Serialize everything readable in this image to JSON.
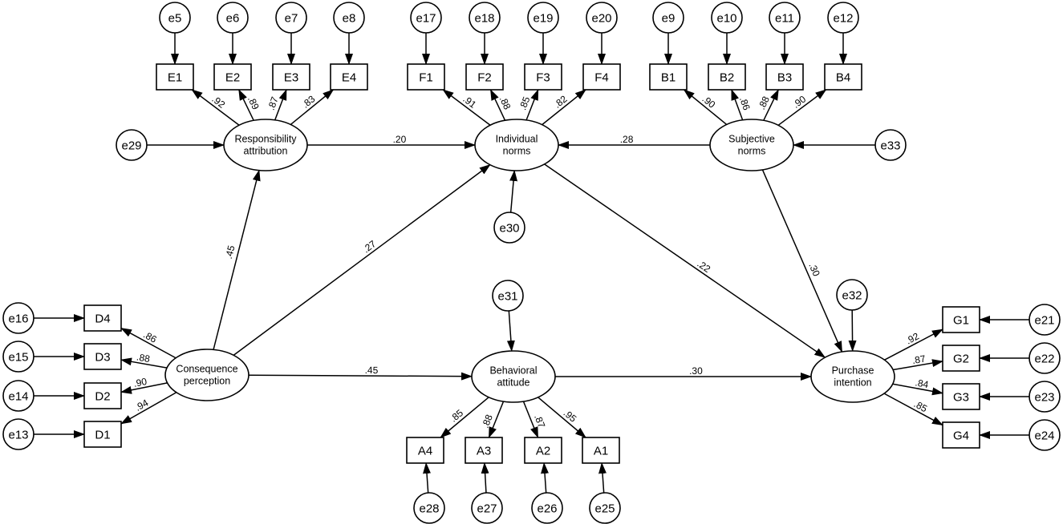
{
  "latents": [
    {
      "id": "responsibility",
      "lines": [
        "Responsibility",
        "attribution"
      ]
    },
    {
      "id": "individual",
      "lines": [
        "Individual",
        "norms"
      ]
    },
    {
      "id": "subjective",
      "lines": [
        "Subjective",
        "norms"
      ]
    },
    {
      "id": "consequence",
      "lines": [
        "Consequence",
        "perception"
      ]
    },
    {
      "id": "behavioral",
      "lines": [
        "Behavioral",
        "attitude"
      ]
    },
    {
      "id": "purchase",
      "lines": [
        "Purchase",
        "intention"
      ]
    }
  ],
  "indicators": [
    {
      "id": "E1",
      "label": "E1"
    },
    {
      "id": "E2",
      "label": "E2"
    },
    {
      "id": "E3",
      "label": "E3"
    },
    {
      "id": "E4",
      "label": "E4"
    },
    {
      "id": "F1",
      "label": "F1"
    },
    {
      "id": "F2",
      "label": "F2"
    },
    {
      "id": "F3",
      "label": "F3"
    },
    {
      "id": "F4",
      "label": "F4"
    },
    {
      "id": "B1",
      "label": "B1"
    },
    {
      "id": "B2",
      "label": "B2"
    },
    {
      "id": "B3",
      "label": "B3"
    },
    {
      "id": "B4",
      "label": "B4"
    },
    {
      "id": "D4",
      "label": "D4"
    },
    {
      "id": "D3",
      "label": "D3"
    },
    {
      "id": "D2",
      "label": "D2"
    },
    {
      "id": "D1",
      "label": "D1"
    },
    {
      "id": "A4",
      "label": "A4"
    },
    {
      "id": "A3",
      "label": "A3"
    },
    {
      "id": "A2",
      "label": "A2"
    },
    {
      "id": "A1",
      "label": "A1"
    },
    {
      "id": "G1",
      "label": "G1"
    },
    {
      "id": "G2",
      "label": "G2"
    },
    {
      "id": "G3",
      "label": "G3"
    },
    {
      "id": "G4",
      "label": "G4"
    }
  ],
  "errors": [
    {
      "id": "e5",
      "label": "e5"
    },
    {
      "id": "e6",
      "label": "e6"
    },
    {
      "id": "e7",
      "label": "e7"
    },
    {
      "id": "e8",
      "label": "e8"
    },
    {
      "id": "e17",
      "label": "e17"
    },
    {
      "id": "e18",
      "label": "e18"
    },
    {
      "id": "e19",
      "label": "e19"
    },
    {
      "id": "e20",
      "label": "e20"
    },
    {
      "id": "e9",
      "label": "e9"
    },
    {
      "id": "e10",
      "label": "e10"
    },
    {
      "id": "e11",
      "label": "e11"
    },
    {
      "id": "e12",
      "label": "e12"
    },
    {
      "id": "e16",
      "label": "e16"
    },
    {
      "id": "e15",
      "label": "e15"
    },
    {
      "id": "e14",
      "label": "e14"
    },
    {
      "id": "e13",
      "label": "e13"
    },
    {
      "id": "e28",
      "label": "e28"
    },
    {
      "id": "e27",
      "label": "e27"
    },
    {
      "id": "e26",
      "label": "e26"
    },
    {
      "id": "e25",
      "label": "e25"
    },
    {
      "id": "e21",
      "label": "e21"
    },
    {
      "id": "e22",
      "label": "e22"
    },
    {
      "id": "e23",
      "label": "e23"
    },
    {
      "id": "e24",
      "label": "e24"
    },
    {
      "id": "e29",
      "label": "e29"
    },
    {
      "id": "e30",
      "label": "e30"
    },
    {
      "id": "e33",
      "label": "e33"
    },
    {
      "id": "e31",
      "label": "e31"
    },
    {
      "id": "e32",
      "label": "e32"
    }
  ],
  "structural_paths": [
    {
      "from": "responsibility",
      "to": "individual",
      "coef": ".20"
    },
    {
      "from": "subjective",
      "to": "individual",
      "coef": ".28"
    },
    {
      "from": "consequence",
      "to": "responsibility",
      "coef": ".45"
    },
    {
      "from": "consequence",
      "to": "individual",
      "coef": ".27"
    },
    {
      "from": "individual",
      "to": "purchase",
      "coef": ".22"
    },
    {
      "from": "subjective",
      "to": "purchase",
      "coef": ".30"
    },
    {
      "from": "consequence",
      "to": "behavioral",
      "coef": ".45"
    },
    {
      "from": "behavioral",
      "to": "purchase",
      "coef": ".30"
    }
  ],
  "loadings": [
    {
      "from": "responsibility",
      "to": "E1",
      "coef": ".92"
    },
    {
      "from": "responsibility",
      "to": "E2",
      "coef": ".89"
    },
    {
      "from": "responsibility",
      "to": "E3",
      "coef": ".87"
    },
    {
      "from": "responsibility",
      "to": "E4",
      "coef": ".83"
    },
    {
      "from": "individual",
      "to": "F1",
      "coef": ".91"
    },
    {
      "from": "individual",
      "to": "F2",
      "coef": ".88"
    },
    {
      "from": "individual",
      "to": "F3",
      "coef": ".85"
    },
    {
      "from": "individual",
      "to": "F4",
      "coef": ".82"
    },
    {
      "from": "subjective",
      "to": "B1",
      "coef": ".90"
    },
    {
      "from": "subjective",
      "to": "B2",
      "coef": ".86"
    },
    {
      "from": "subjective",
      "to": "B3",
      "coef": ".88"
    },
    {
      "from": "subjective",
      "to": "B4",
      "coef": ".90"
    },
    {
      "from": "consequence",
      "to": "D4",
      "coef": ".86"
    },
    {
      "from": "consequence",
      "to": "D3",
      "coef": ".88"
    },
    {
      "from": "consequence",
      "to": "D2",
      "coef": ".90"
    },
    {
      "from": "consequence",
      "to": "D1",
      "coef": ".94"
    },
    {
      "from": "behavioral",
      "to": "A4",
      "coef": ".85"
    },
    {
      "from": "behavioral",
      "to": "A3",
      "coef": ".88"
    },
    {
      "from": "behavioral",
      "to": "A2",
      "coef": ".87"
    },
    {
      "from": "behavioral",
      "to": "A1",
      "coef": ".95"
    },
    {
      "from": "purchase",
      "to": "G1",
      "coef": ".92"
    },
    {
      "from": "purchase",
      "to": "G2",
      "coef": ".87"
    },
    {
      "from": "purchase",
      "to": "G3",
      "coef": ".84"
    },
    {
      "from": "purchase",
      "to": "G4",
      "coef": ".85"
    }
  ],
  "error_links": [
    {
      "from": "e5",
      "to": "E1"
    },
    {
      "from": "e6",
      "to": "E2"
    },
    {
      "from": "e7",
      "to": "E3"
    },
    {
      "from": "e8",
      "to": "E4"
    },
    {
      "from": "e17",
      "to": "F1"
    },
    {
      "from": "e18",
      "to": "F2"
    },
    {
      "from": "e19",
      "to": "F3"
    },
    {
      "from": "e20",
      "to": "F4"
    },
    {
      "from": "e9",
      "to": "B1"
    },
    {
      "from": "e10",
      "to": "B2"
    },
    {
      "from": "e11",
      "to": "B3"
    },
    {
      "from": "e12",
      "to": "B4"
    },
    {
      "from": "e16",
      "to": "D4"
    },
    {
      "from": "e15",
      "to": "D3"
    },
    {
      "from": "e14",
      "to": "D2"
    },
    {
      "from": "e13",
      "to": "D1"
    },
    {
      "from": "e28",
      "to": "A4"
    },
    {
      "from": "e27",
      "to": "A3"
    },
    {
      "from": "e26",
      "to": "A2"
    },
    {
      "from": "e25",
      "to": "A1"
    },
    {
      "from": "e21",
      "to": "G1"
    },
    {
      "from": "e22",
      "to": "G2"
    },
    {
      "from": "e23",
      "to": "G3"
    },
    {
      "from": "e24",
      "to": "G4"
    },
    {
      "from": "e29",
      "to": "responsibility"
    },
    {
      "from": "e30",
      "to": "individual"
    },
    {
      "from": "e33",
      "to": "subjective"
    },
    {
      "from": "e31",
      "to": "behavioral"
    },
    {
      "from": "e32",
      "to": "purchase"
    }
  ]
}
